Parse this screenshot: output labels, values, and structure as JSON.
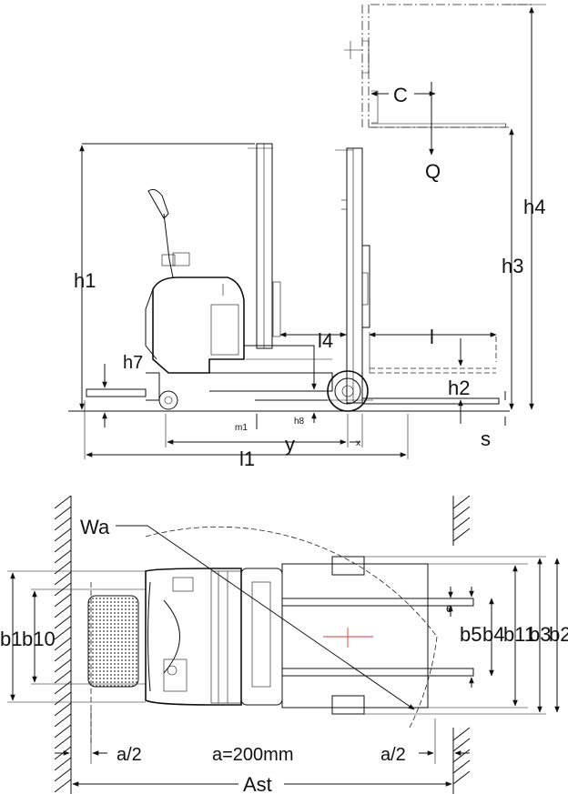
{
  "side_view": {
    "labels": {
      "h1": "h1",
      "h2": "h2",
      "h3": "h3",
      "h4": "h4",
      "h7": "h7",
      "h8": "h8",
      "l": "l",
      "l1": "l1",
      "l4": "l4",
      "y": "y",
      "x": "x",
      "m1": "m1",
      "s": "s",
      "C": "C",
      "Q": "Q"
    }
  },
  "top_view": {
    "labels": {
      "Wa": "Wa",
      "a_half_left": "a/2",
      "a_eq": "a=200mm",
      "a_half_right": "a/2",
      "Ast": "Ast",
      "b1": "b1",
      "b10": "b10",
      "b5": "b5",
      "b4": "b4",
      "b11": "b11",
      "b3": "b3",
      "b2": "b2",
      "e": "e"
    }
  }
}
